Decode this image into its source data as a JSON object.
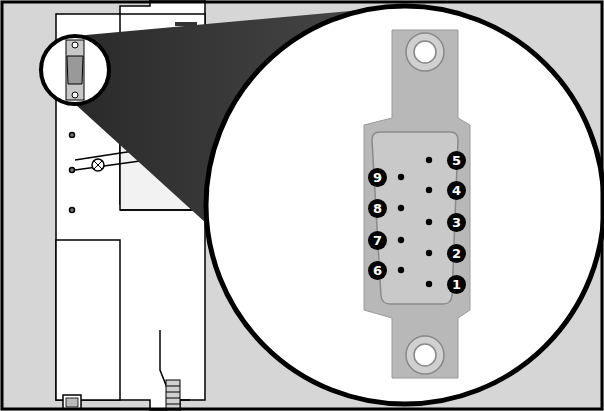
{
  "diagram": {
    "labels": [
      "5",
      "9",
      "4",
      "8",
      "3",
      "7",
      "2",
      "6",
      "1"
    ]
  }
}
